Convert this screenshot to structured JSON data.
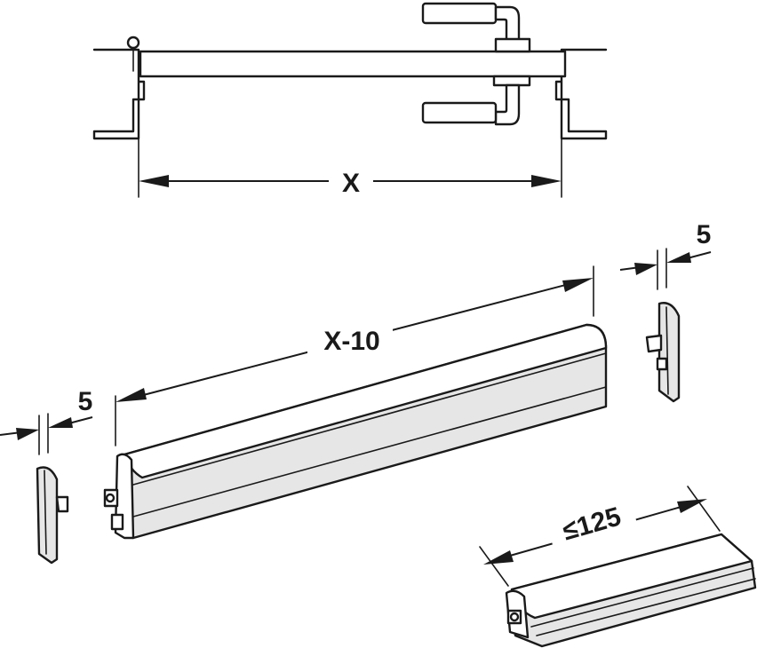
{
  "labels": {
    "top_width": "X",
    "rail_length": "X-10",
    "cap_left_gap": "5",
    "cap_right_gap": "5",
    "insert_length": "≤125"
  }
}
